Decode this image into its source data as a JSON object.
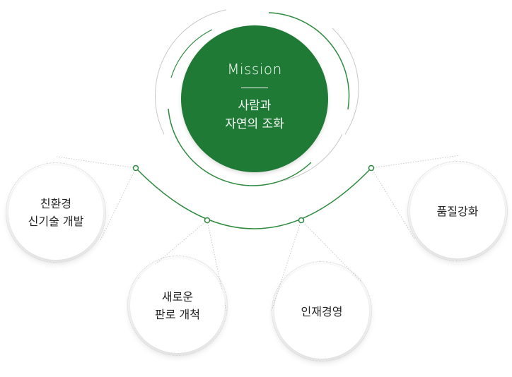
{
  "mission": {
    "title": "Mission",
    "lines": [
      "사람과",
      "자연의 조화"
    ]
  },
  "values": [
    {
      "id": "eco",
      "lines": [
        "친환경",
        "신기술 개발"
      ]
    },
    {
      "id": "market",
      "lines": [
        "새로운",
        "판로 개척"
      ]
    },
    {
      "id": "talent",
      "lines": [
        "인재경영"
      ]
    },
    {
      "id": "quality",
      "lines": [
        "품질강화"
      ]
    }
  ],
  "colors": {
    "mission_fill": "#1e7a34",
    "connector_line": "#2d8a3f",
    "value_fill": "#ffffff",
    "text_dark": "#222222"
  }
}
